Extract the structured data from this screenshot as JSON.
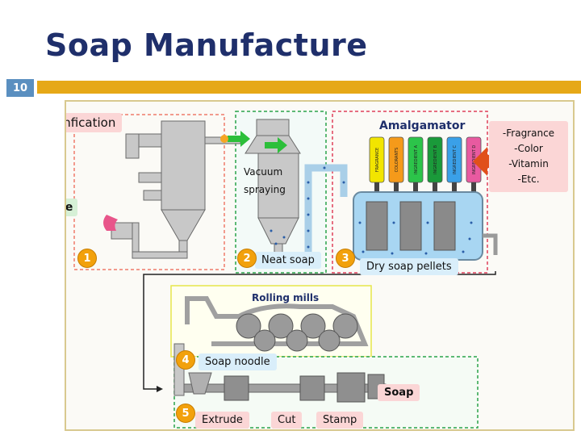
{
  "title": "Soap Manufacture",
  "slide_number": "10",
  "labels": {
    "sponfication": "Sponfication",
    "glyceride": "Glyceride",
    "vacuum_line1": "Vacuum",
    "vacuum_line2": "spraying",
    "neat_soap": "Neat soap",
    "amalgamator": "Amalgamator",
    "dry_soap_pellets": "Dry soap pellets",
    "additives": [
      "-Fragrance",
      "-Color",
      "-Vitamin",
      "-Etc."
    ],
    "rolling_mills": "Rolling mills",
    "soap_noodle": "Soap noodle",
    "soap": "Soap",
    "extrude": "Extrude",
    "cut": "Cut",
    "stamp": "Stamp"
  },
  "tanks": [
    "FRAGRANCE",
    "COLORANTS",
    "INGREDIENT A",
    "INGREDIENT B",
    "INGREDIENT C",
    "INGREDIENT D"
  ],
  "step_badges": [
    "1",
    "2",
    "3",
    "4",
    "5"
  ],
  "colors": {
    "title": "#1f2f6b",
    "accent_bar": "#e6a817",
    "badge": "#f2a10c",
    "stage1_border": "#f07a6a",
    "stage2_border": "#2aa34a",
    "stage3_border": "#e0405a",
    "rolling_border": "#e6e64a",
    "extrude_border": "#2aa34a",
    "tank_colors": [
      "#f2e500",
      "#f59a1a",
      "#2cc44a",
      "#1a9a3a",
      "#3aa0e8",
      "#e85aa0"
    ]
  }
}
